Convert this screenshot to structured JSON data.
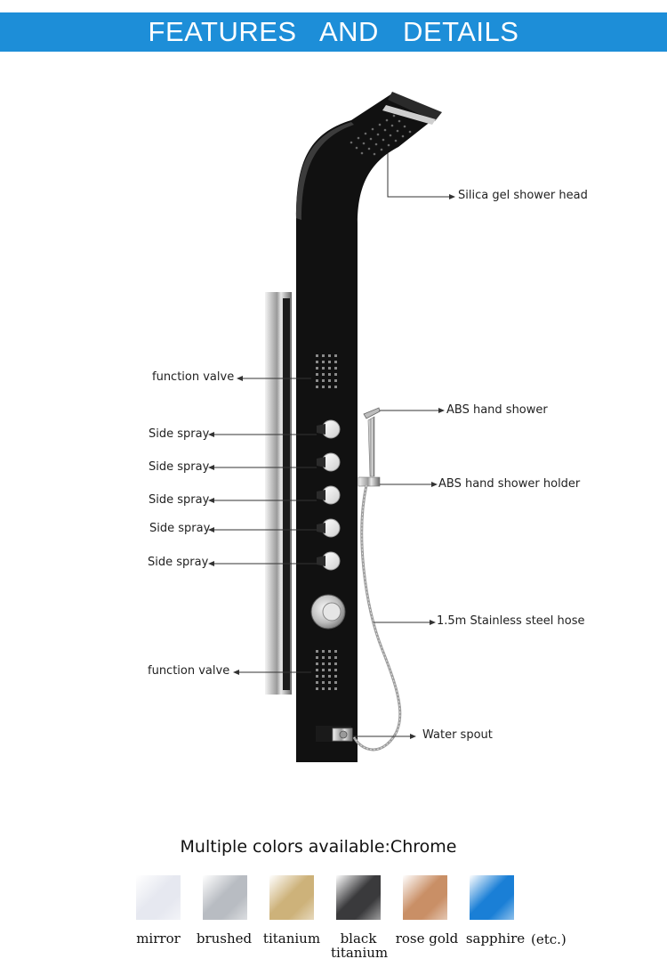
{
  "banner": {
    "title": "FEATURES AND DETAILS",
    "color": "#1d8ed8"
  },
  "callouts": {
    "shower_head": "Silica gel shower head",
    "function_valve_top": "function valve",
    "hand_shower": "ABS hand shower",
    "side_spray_1": "Side spray",
    "side_spray_2": "Side spray",
    "side_spray_3": "Side spray",
    "side_spray_4": "Side spray",
    "side_spray_5": "Side spray",
    "hand_shower_holder": "ABS hand shower holder",
    "hose": "1.5m Stainless steel hose",
    "function_valve_bottom": "function valve",
    "water_spout": "Water spout"
  },
  "colors": {
    "title": "Multiple colors available:Chrome",
    "etc": "(etc.)",
    "options": [
      {
        "name": "mirror",
        "color": "#e6e8f0"
      },
      {
        "name": "brushed",
        "color": "#b8bcc2"
      },
      {
        "name": "titanium",
        "color": "#cdb27a"
      },
      {
        "name": "black titanium",
        "color": "#3a3a3c"
      },
      {
        "name": "rose gold",
        "color": "#c98f66"
      },
      {
        "name": "sapphire",
        "color": "#1a7fd6"
      }
    ]
  }
}
